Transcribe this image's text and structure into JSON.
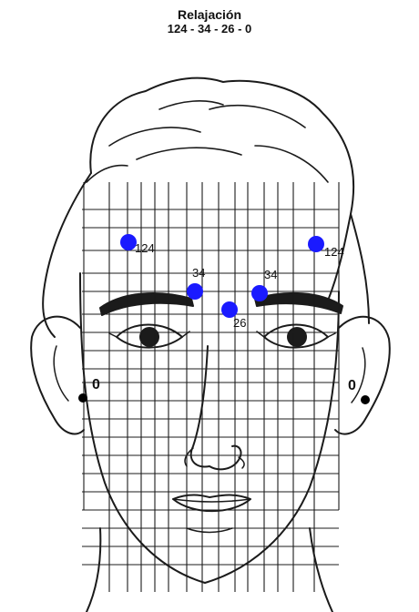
{
  "title": "Relajación",
  "subtitle": "124  - 34 - 26 - 0",
  "colors": {
    "point": "#1a1aff",
    "ear_point": "#000000",
    "line": "#1b1b1b"
  },
  "points": {
    "forehead_left": "124",
    "forehead_right": "124",
    "brow_left": "34",
    "brow_right": "34",
    "nose_bridge": "26",
    "ear_left": "0",
    "ear_right": "0"
  }
}
